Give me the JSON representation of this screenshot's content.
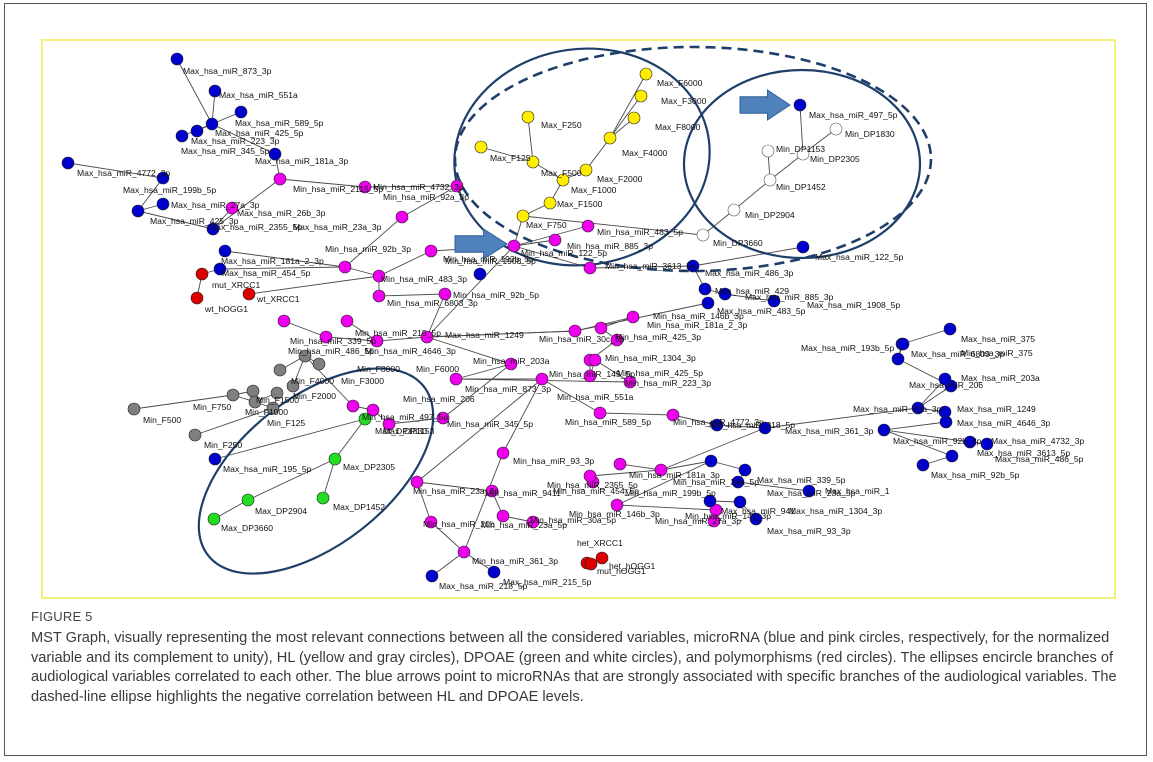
{
  "figure": {
    "label": "FIGURE 5",
    "caption": "MST Graph, visually representing the most relevant connections between all the considered variables, microRNA (blue and pink circles, respectively, for the normalized variable and its complement to unity), HL (yellow and gray circles), DPOAE (green and white circles), and polymorphisms (red circles). The ellipses encircle branches of audiological variables correlated to each other. The blue arrows point to microRNAs that are strongly associated with specific branches of the audiological variables. The dashed-line ellipse highlights the negative correlation between HL and DPOAE levels."
  },
  "colors": {
    "blue": "#0000cc",
    "pink": "#ee00ee",
    "yellow": "#ffee00",
    "gray": "#7f7f7f",
    "green": "#22dd22",
    "white": "#ffffff",
    "red": "#dd0000",
    "edge": "#4a4a4a",
    "ellipse": "#1f3f6a",
    "arrow": "#4f81bd"
  },
  "node_labels": [
    "Max_hsa_miR_873_3p",
    "Max_hsa_miR_551a",
    "Max_hsa_miR_589_5p",
    "Max_hsa_miR_425_5p",
    "Max_hsa_miR_223_3p",
    "Max_hsa_miR_345_5p",
    "Max_hsa_miR_181a_3p",
    "Max_hsa_miR_4772_3p",
    "Max_hsa_miR_199b_5p",
    "Max_hsa_miR_27a_3p",
    "Max_hsa_miR_26b_3p",
    "Max_hsa_miR_425_3p",
    "Max_hsa_miR_2355_5p",
    "Max_hsa_miR_23a_3p",
    "Min_hsa_miR_2115_5p",
    "Min_hsa_miR_4732_3p",
    "Min_hsa_miR_92a_3p",
    "Min_hsa_miR_1908_5p",
    "Min_hsa_miR_92b_3p",
    "Max_hsa_miR_181a_2_3p",
    "Max_hsa_miR_454_5p",
    "mut_XRCC1",
    "wt_hOGG1",
    "wt_XRCC1",
    "Min_hsa_miR_483_3p",
    "Min_hsa_miR_193b_5p",
    "Min_hsa_miR_6803_3p",
    "Min_hsa_miR_92b_5p",
    "Max_hsa_miR_1249",
    "Max_hsa_miR_375",
    "Min_hsa_miR_375",
    "Min_hsa_miR_339_5p",
    "Min_hsa_miR_486_5p",
    "Min_hsa_miR_4646_3p",
    "Min_hsa_miR_215_5p",
    "Min_F4000",
    "Min_F3000",
    "Min_F8000",
    "Min_F6000",
    "Min_F1500",
    "Min_F2000",
    "Min_F750",
    "Min_F1000",
    "Min_F125",
    "Min_F500",
    "Min_F250",
    "Min_hsa_miR_206",
    "Min_hsa_miR_497_5p",
    "Max_DP1830",
    "Min_hsa_miR_345_5p",
    "Max_hsa_miR_195_5p",
    "Max_DP2305",
    "Max_DP1153",
    "Max_DP2904",
    "Max_DP1452",
    "Max_DP3660",
    "Min_hsa_miR_203a",
    "Min_hsa_miR_873_3p",
    "Min_hsa_miR_551a",
    "Min_hsa_miR_93_3p",
    "Min_hsa_miR_23a_3p",
    "Min_hsa_miR_9411",
    "Min_hsa_miR_20b",
    "Min_hsa_miR_23a_5p",
    "Min_hsa_miR_30a_5p",
    "Min_hsa_miR_361_3p",
    "Max_hsa_miR_218_5p",
    "Max_hsa_miR_215_5p",
    "het_XRCC1",
    "mut_hOGG1",
    "het_hOGG1",
    "Max_F6000",
    "Max_F3000",
    "Max_F8000",
    "Max_F4000",
    "Max_F250",
    "Max_F125",
    "Max_F500",
    "Max_F2000",
    "Max_F1000",
    "Max_F1500",
    "Max_F750",
    "Min_hsa_miR_483_5p",
    "Min_hsa_miR_885_3p",
    "Min_hsa_miR_122_5p",
    "Min_hsa_miR_3613_5p",
    "Max_hsa_miR_497_5p",
    "Min_DP1830",
    "Min_DP1153",
    "Min_DP2305",
    "Min_DP1452",
    "Min_DP2904",
    "Min_DP3660",
    "Max_hsa_miR_122_5p",
    "Max_hsa_miR_486_3p",
    "Max_hsa_miR_429",
    "Max_hsa_miR_885_3p",
    "Max_hsa_miR_1908_5p",
    "Max_hsa_miR_483_5p",
    "Min_hsa_miR_30c_5p",
    "Min_hsa_miR_146b_3p",
    "Min_hsa_miR_181a_2_3p",
    "Min_hsa_miR_425_3p",
    "Min_hsa_miR_1304_3p",
    "Min_hsa_miR_145_5p",
    "Min_hsa_miR_425_5p",
    "Min_hsa_miR_223_3p",
    "Max_hsa_miR_193b_5p",
    "Max_hsa_miR_6803_3p",
    "Max_hsa_miR_206",
    "Max_hsa_miR_203a",
    "Max_hsa_miR_92a_3p",
    "Max_hsa_miR_1249",
    "Max_hsa_miR_4646_3p",
    "Max_hsa_miR_92b_3p",
    "Max_hsa_miR_4732_3p",
    "Max_hsa_miR_3613_5p",
    "Max_hsa_miR_486_5p",
    "Max_hsa_miR_92b_5p",
    "Min_hsa_miR_589_5p",
    "Min_hsa_miR_4772_3p",
    "Min_hsa_miR_218_5p",
    "Max_hsa_miR_361_3p",
    "Min_hsa_miR_181a_3p",
    "Min_hsa_miR_2355_5p",
    "Min_hsa_miR_454_5p",
    "Min_hsa_miR_199b_5p",
    "Min_hsa_miR_34a_5p",
    "Max_hsa_miR_339_5p",
    "Max_hsa_miR_23a_5p",
    "Max_hsa_miR_1",
    "Min_hsa_miR_146b_3p",
    "Min_hsa_miR_141_3p",
    "Min_hsa_miR_27a_3p",
    "Max_hsa_miR_941",
    "Max_hsa_miR_1304_3p",
    "Max_hsa_miR_93_3p"
  ]
}
